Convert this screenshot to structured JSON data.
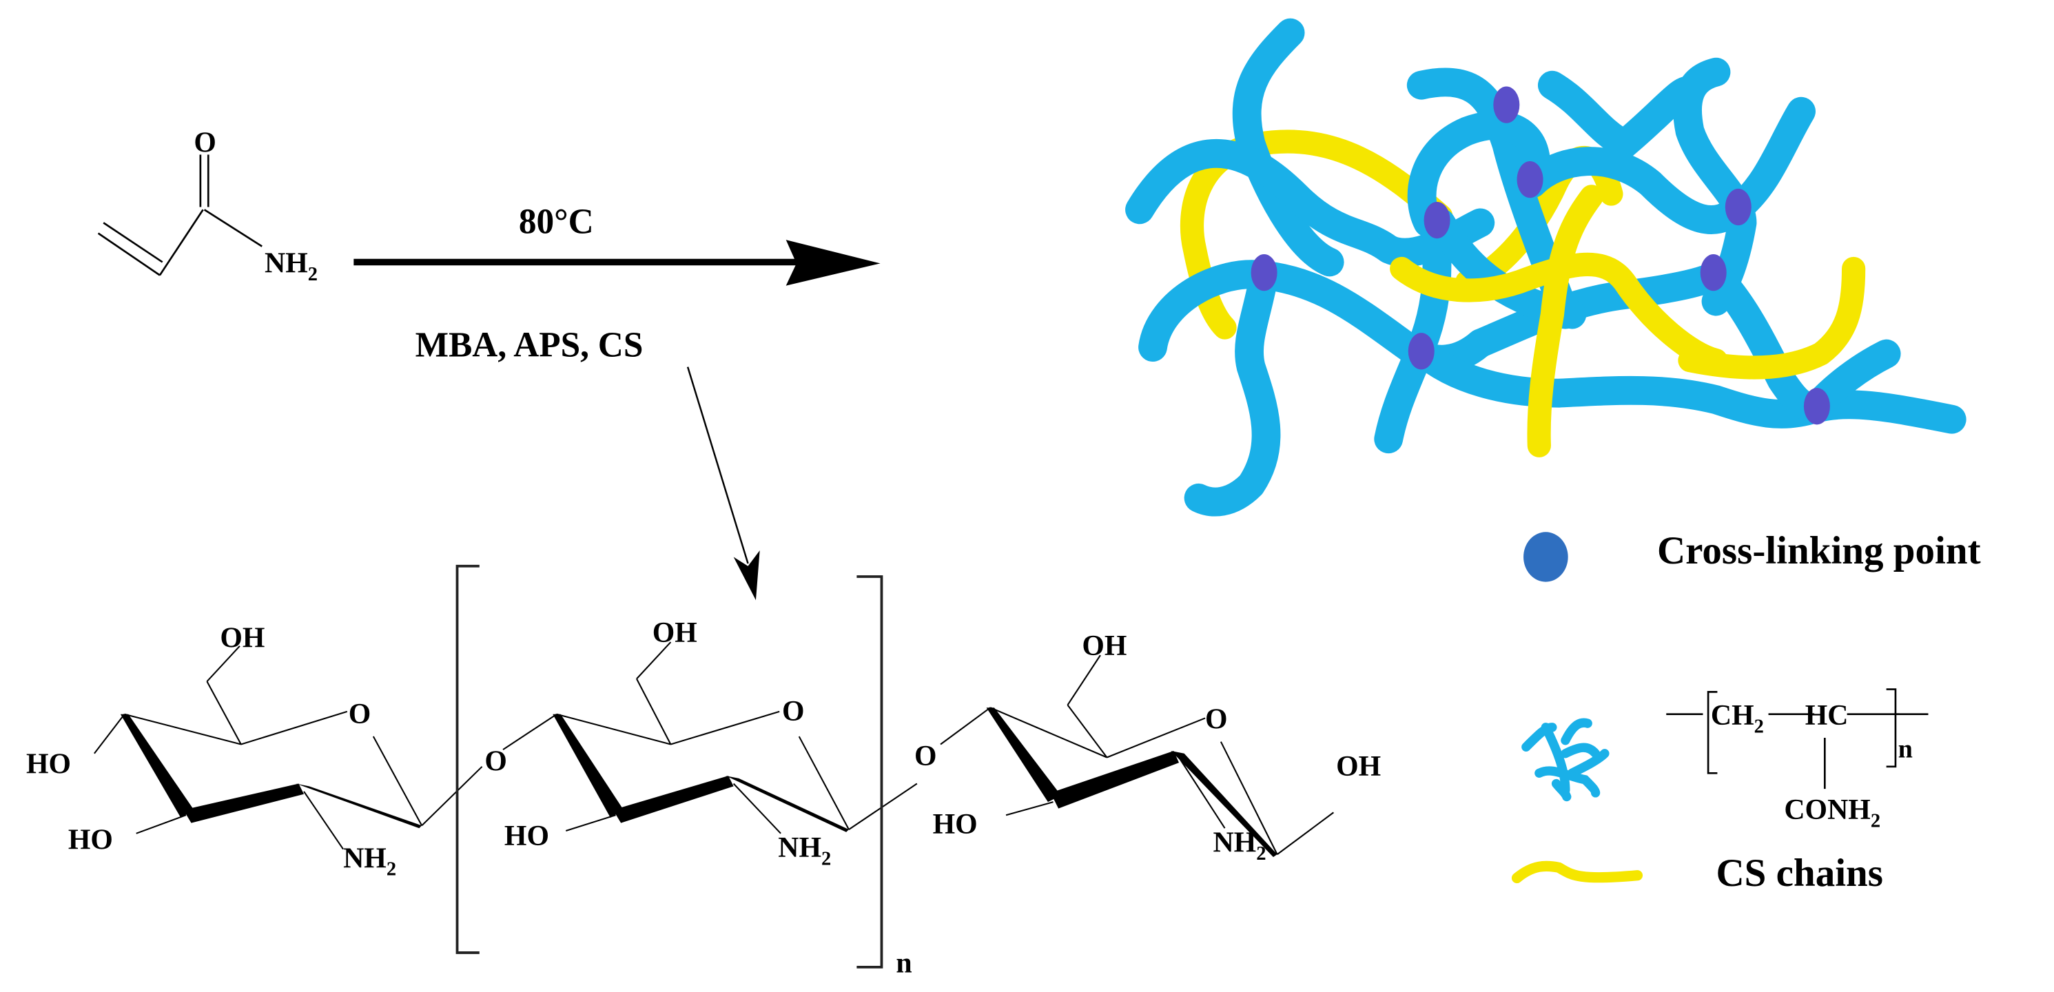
{
  "figure": {
    "type": "reaction-scheme",
    "colors": {
      "pam_chain": "#1ab0e8",
      "cs_chain": "#f5e600",
      "crosslink_point": "#5a4fc9",
      "legend_dot": "#2f6fc0",
      "text": "#000000"
    }
  },
  "reactant": {
    "name": "acrylamide",
    "carbonyl_o": "O",
    "amine": "NH",
    "amine_sub": "2"
  },
  "reaction": {
    "condition_top": "80°C",
    "condition_bottom": "MBA,  APS, CS"
  },
  "chitosan": {
    "units": [
      {
        "oh_top": "OH",
        "ring_o": "O",
        "ho_left": "HO",
        "ho_bottom": "HO",
        "nh": "NH",
        "nh_sub": "2"
      },
      {
        "link_o": "O",
        "oh_top": "OH",
        "ring_o": "O",
        "ho_bottom": "HO",
        "nh": "NH",
        "nh_sub": "2"
      },
      {
        "link_o": "O",
        "oh_top": "OH",
        "ring_o": "O",
        "ho_bottom": "HO",
        "nh": "NH",
        "nh_sub": "2",
        "oh_right": "OH"
      }
    ],
    "repeat_label": "n"
  },
  "legend": {
    "items": [
      {
        "symbol": "crosslink-dot",
        "label": "Cross-linking point"
      },
      {
        "symbol": "pam-network",
        "formula": {
          "ch2": "CH",
          "ch2_sub": "2",
          "hc": "HC",
          "side": "CONH",
          "side_sub": "2",
          "repeat": "n"
        }
      },
      {
        "symbol": "cs-chain",
        "label": "CS chains"
      }
    ]
  }
}
